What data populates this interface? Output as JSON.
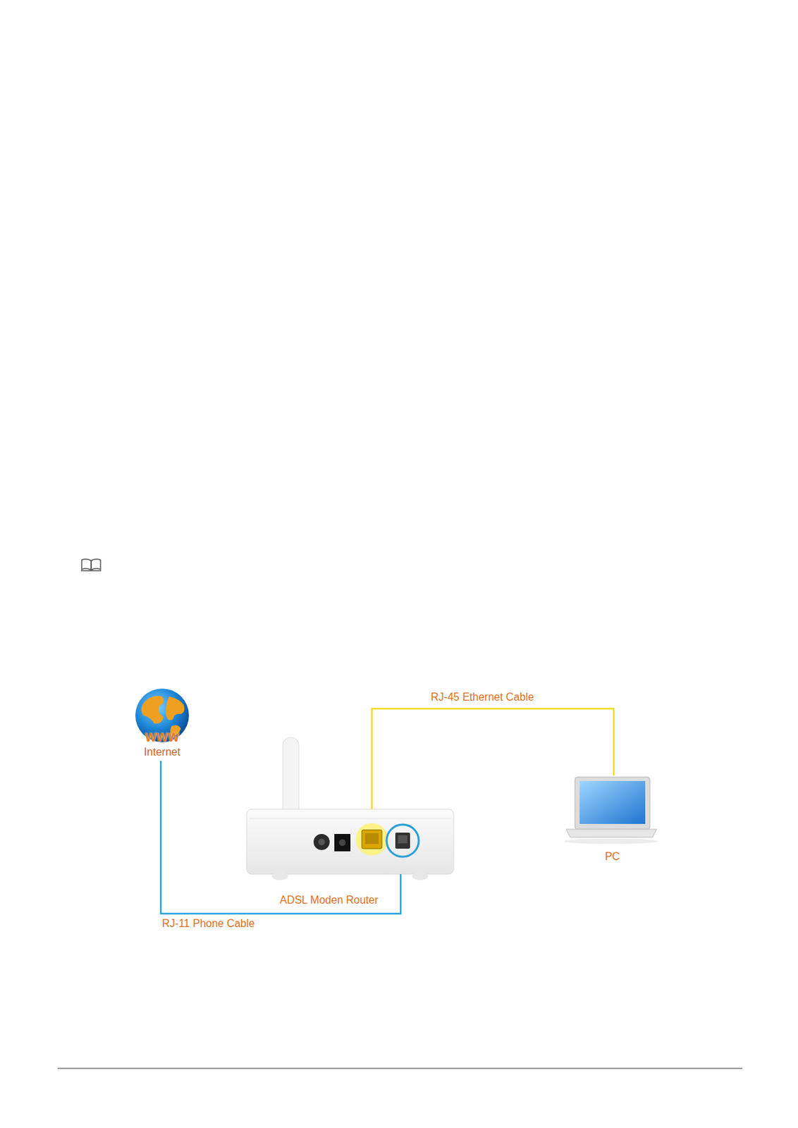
{
  "diagram": {
    "nodes": [
      {
        "text": [
          "WWW",
          "Internet"
        ]
      },
      {
        "text": [
          "ADSL Moden Router"
        ]
      },
      {
        "text": [
          "PC"
        ]
      }
    ],
    "edges": [
      {
        "from": 0,
        "to": 1,
        "arrow": "none",
        "label": "RJ-11 Phone Cable"
      },
      {
        "from": 1,
        "to": 2,
        "arrow": "none",
        "label": "RJ-45 Ethernet Cable"
      }
    ]
  }
}
